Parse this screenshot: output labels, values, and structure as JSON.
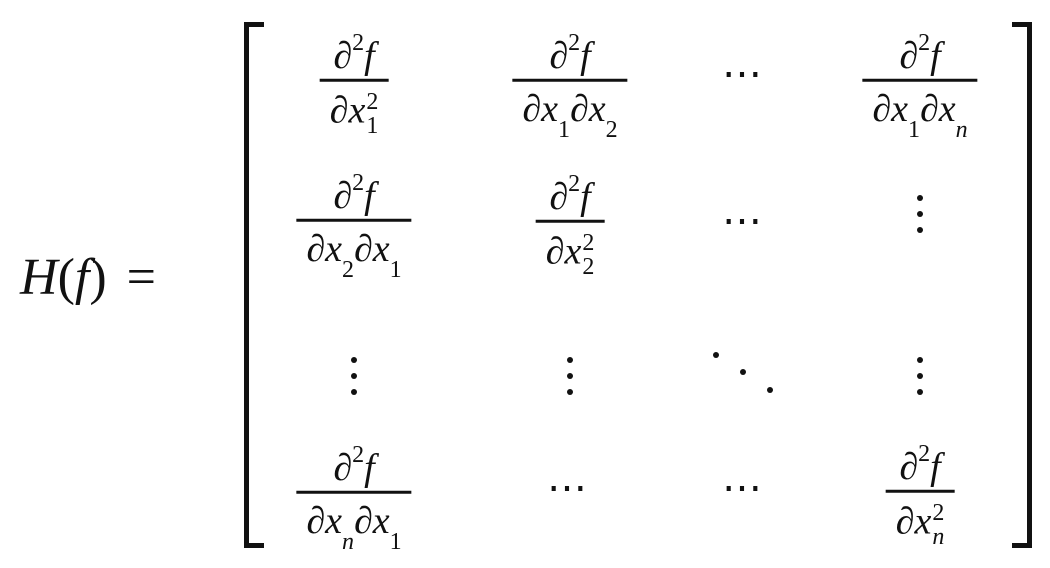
{
  "formula": {
    "lhs": {
      "symbol": "H",
      "open": "(",
      "arg": "f",
      "close": ")",
      "equals": "="
    },
    "partial": "∂",
    "squared": "2",
    "func": "f",
    "var": "x",
    "sub_1": "1",
    "sub_2": "2",
    "sub_n": "n",
    "ellipsis": "⋯"
  }
}
